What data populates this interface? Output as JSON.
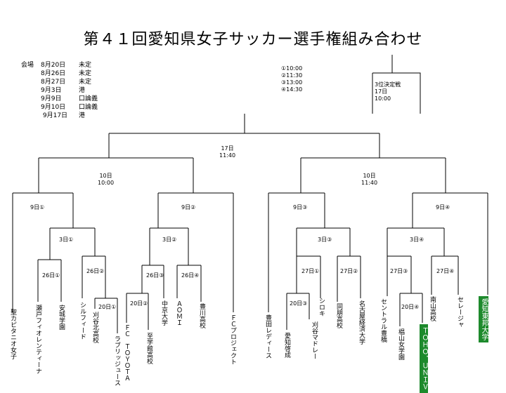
{
  "title": "第４１回愛知県女子サッカー選手権組み合わせ",
  "venues": [
    {
      "head": "会場",
      "date": "8月20日",
      "place": "未定"
    },
    {
      "head": "",
      "date": "8月26日",
      "place": "未定"
    },
    {
      "head": "",
      "date": "8月27日",
      "place": "未定"
    },
    {
      "head": "",
      "date": "9月3日",
      "place": "港"
    },
    {
      "head": "",
      "date": "9月9日",
      "place": "口論義"
    },
    {
      "head": "",
      "date": "9月10日",
      "place": "口論義"
    },
    {
      "head": "",
      "date": " 9月17日",
      "place": "港"
    }
  ],
  "time_slots": [
    "①10:00",
    "②11:30",
    "③13:00",
    "④14:30"
  ],
  "third_place": {
    "title": "3位決定戦",
    "date": "17日",
    "time": "10:00"
  },
  "final": {
    "date": "17日",
    "time": "11:40"
  },
  "semis": {
    "left": {
      "date": "10日",
      "time": "10:00"
    },
    "right": {
      "date": "10日",
      "time": "11:40"
    }
  },
  "matches": {
    "qf1": "9日①",
    "qf2": "9日②",
    "qf3": "9日③",
    "qf4": "9日④",
    "r3_1": "3日①",
    "r3_2": "3日②",
    "r3_3": "3日③",
    "r3_4": "3日④",
    "r27_1": "26日①",
    "r27_2": "26日②",
    "r27_3": "26日③",
    "r27_4": "26日④",
    "r27_5": "27日①",
    "r27_6": "27日②",
    "r27_7": "27日③",
    "r27_8": "27日④",
    "r20_1": "20日①",
    "r20_2": "20日②",
    "r20_3": "20日③",
    "r20_4": "20日④"
  },
  "teams": [
    "聖カピタニオ女子",
    "瀬戸フィオレンティーナ",
    "安城学園",
    "シルフィード",
    "刈谷北高校",
    "ラブリッジュース",
    "ＦＣ　ＴＯＹＯＴＡ",
    "至学館高校",
    "中京大学",
    "ＡＯＭＩ",
    "豊川高校",
    "ＦＣプロジェクト",
    "豊田レディース",
    "愛知啓成",
    "刈谷マドレー",
    "シロキ",
    "同朋高校",
    "名古屋経済大学",
    "セントラル豊橋",
    "椙山女学園",
    "ＴＯＨＯ．ＵＮＩＶ",
    "南山高校",
    "セレージャ",
    "愛知東邦大学"
  ],
  "colors": {
    "highlight": "#1d8a2c",
    "line": "#000000"
  }
}
